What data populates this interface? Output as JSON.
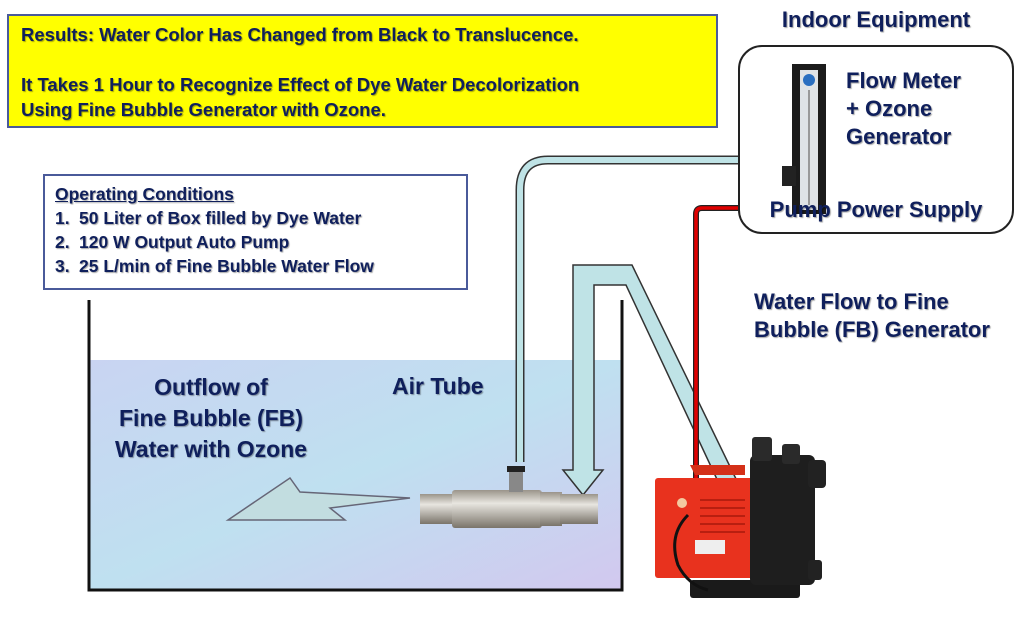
{
  "results": {
    "line1": "Results: Water Color Has Changed from Black to Translucence.",
    "line2": "It Takes 1 Hour to Recognize Effect of Dye Water Decolorization",
    "line3": "Using Fine Bubble Generator with Ozone."
  },
  "conditions": {
    "title": "Operating Conditions",
    "items": [
      {
        "num": "1.",
        "text": "50 Liter of Box filled by Dye Water"
      },
      {
        "num": "2.",
        "text": "120 W Output Auto Pump"
      },
      {
        "num": "3.",
        "text": "25 L/min of Fine Bubble Water Flow"
      }
    ]
  },
  "labels": {
    "indoor_equipment": "Indoor Equipment",
    "flow_meter_1": "Flow Meter",
    "flow_meter_2": "+ Ozone",
    "flow_meter_3": "Generator",
    "pump_power": "Pump Power Supply",
    "water_flow_1": "Water Flow to Fine",
    "water_flow_2": "Bubble (FB) Generator",
    "outflow_1": "Outflow of",
    "outflow_2": "Fine Bubble (FB)",
    "outflow_3": "Water with Ozone",
    "air_tube": "Air Tube"
  },
  "colors": {
    "yellow": "#ffff00",
    "text": "#0f1f5c",
    "tube": "#bfe3e6",
    "wire": "#e00000",
    "pump_red": "#e8321e"
  }
}
